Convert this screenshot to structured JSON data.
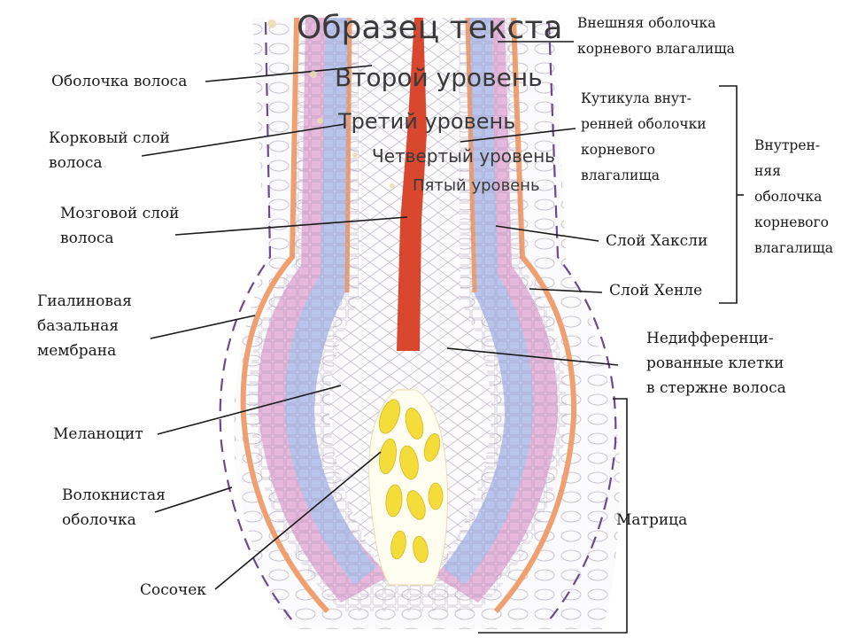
{
  "overlay": {
    "level1": "Образец текста",
    "level2": "Второй уровень",
    "level3": "Третий уровень",
    "level4": "Четвертый уровень",
    "level5": "Пятый уровень"
  },
  "labels": {
    "outer_sheath": [
      "Внешняя оболочка",
      "корневого влагалища"
    ],
    "hair_cuticle": [
      "Оболочка волоса"
    ],
    "cortex": [
      "Корковый слой",
      "волоса"
    ],
    "medulla": [
      "Мозговой слой",
      "волоса"
    ],
    "inner_cuticle": [
      "Кутикула внут-",
      "ренней оболочки",
      "корневого",
      "влагалища"
    ],
    "inner_sheath": [
      "Внутрен-",
      "няя",
      "оболочка",
      "корневого",
      "влагалища"
    ],
    "huxley": [
      "Слой Хаксли"
    ],
    "henle": [
      "Слой Хенле"
    ],
    "hyaline": [
      "Гиалиновая",
      "базальная",
      "мембрана"
    ],
    "undiff": [
      "Недифференци-",
      "рованные клетки",
      "в стержне волоса"
    ],
    "melanocyte": [
      "Меланоцит"
    ],
    "fibrous": [
      "Волокнистая",
      "оболочка"
    ],
    "matrix": [
      "Матрица"
    ],
    "papilla": [
      "Сосочек"
    ]
  },
  "colors": {
    "medulla_red": "#d9482e",
    "inner_orange": "#f0a070",
    "huxley_blue": "#b8c4ec",
    "henle_pink": "#e6b8dc",
    "papilla_yellow": "#f4dd3a",
    "cell_line": "#9a8aa8",
    "dash_purple": "#6a4a90"
  }
}
